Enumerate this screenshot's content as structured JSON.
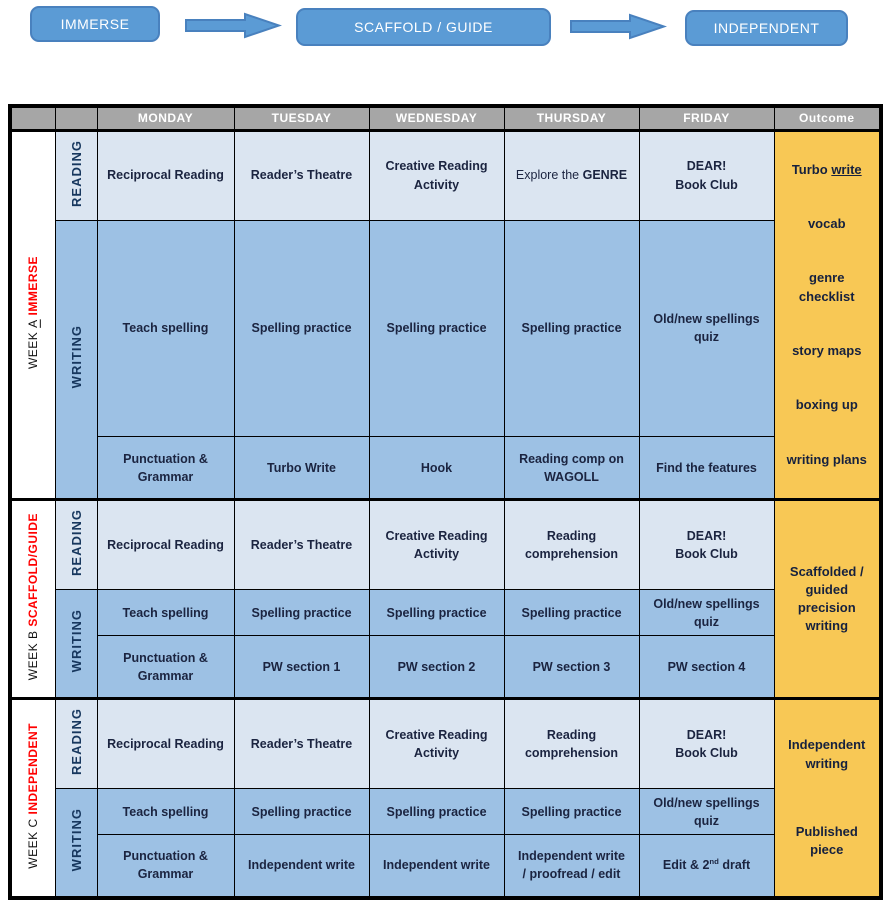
{
  "flow": {
    "steps": [
      "IMMERSE",
      "SCAFFOLD / GUIDE",
      "INDEPENDENT"
    ]
  },
  "colors": {
    "accent_blue": "#5B9BD5",
    "accent_blue_border": "#4981BE",
    "header_gray": "#A6A6A6",
    "reading_blue": "#DBE5F1",
    "writing_blue": "#9DC1E4",
    "outcome_yellow": "#F8C855",
    "week_red": "#FF0000"
  },
  "table": {
    "headers": [
      "MONDAY",
      "TUESDAY",
      "WEDNESDAY",
      "THURSDAY",
      "FRIDAY",
      "Outcome"
    ],
    "row_labels": {
      "reading": "READING",
      "writing": "WRITING"
    },
    "weeks": [
      {
        "week_prefix": "WEEK ",
        "week_letter": "A",
        "week_name": " IMMERSE",
        "reading": {
          "mon": "Reciprocal Reading",
          "tue": "Reader’s Theatre",
          "wed": "Creative Reading\nActivity",
          "thu_pre": "Explore the ",
          "thu_bold": "GENRE",
          "fri": "DEAR!\nBook Club"
        },
        "writing1": {
          "mon": "Teach spelling",
          "tue": "Spelling practice",
          "wed": "Spelling practice",
          "thu": "Spelling practice",
          "fri": "Old/new spellings\nquiz"
        },
        "writing2": {
          "mon": "Punctuation &\nGrammar",
          "tue": "Turbo Write",
          "wed": "Hook",
          "thu": "Reading comp on\nWAGOLL",
          "fri": "Find the features"
        },
        "outcome": {
          "line1_pre": "Turbo ",
          "line1_underlined": "write",
          "items": [
            "vocab",
            "genre\nchecklist",
            "story maps",
            "boxing up",
            "writing plans"
          ]
        }
      },
      {
        "week_prefix": "WEEK ",
        "week_letter": "B",
        "week_name": " SCAFFOLD/GUIDE",
        "reading": {
          "mon": "Reciprocal Reading",
          "tue": "Reader’s Theatre",
          "wed": "Creative Reading\nActivity",
          "thu": "Reading\ncomprehension",
          "fri": "DEAR!\nBook Club"
        },
        "writing1": {
          "mon": "Teach spelling",
          "tue": "Spelling practice",
          "wed": "Spelling practice",
          "thu": "Spelling practice",
          "fri": "Old/new spellings\nquiz"
        },
        "writing2": {
          "mon": "Punctuation &\nGrammar",
          "tue": "PW section 1",
          "wed": "PW section 2",
          "thu": "PW section 3",
          "fri": "PW section 4"
        },
        "outcome": {
          "text": "Scaffolded /\nguided\nprecision\nwriting"
        }
      },
      {
        "week_prefix": "WEEK ",
        "week_letter": "C",
        "week_name": " INDEPENDENT",
        "reading": {
          "mon": "Reciprocal Reading",
          "tue": "Reader’s Theatre",
          "wed": "Creative Reading\nActivity",
          "thu": "Reading\ncomprehension",
          "fri": "DEAR!\nBook Club"
        },
        "writing1": {
          "mon": "Teach spelling",
          "tue": "Spelling practice",
          "wed": "Spelling practice",
          "thu": "Spelling practice",
          "fri": "Old/new spellings\nquiz"
        },
        "writing2": {
          "mon": "Punctuation &\nGrammar",
          "tue": "Independent write",
          "wed": "Independent write",
          "thu": "Independent write\n/ proofread / edit",
          "fri_pre": "Edit & 2",
          "fri_sup": "nd",
          "fri_post": " draft"
        },
        "outcome": {
          "items": [
            "Independent\nwriting",
            "Published\npiece"
          ]
        }
      }
    ]
  }
}
